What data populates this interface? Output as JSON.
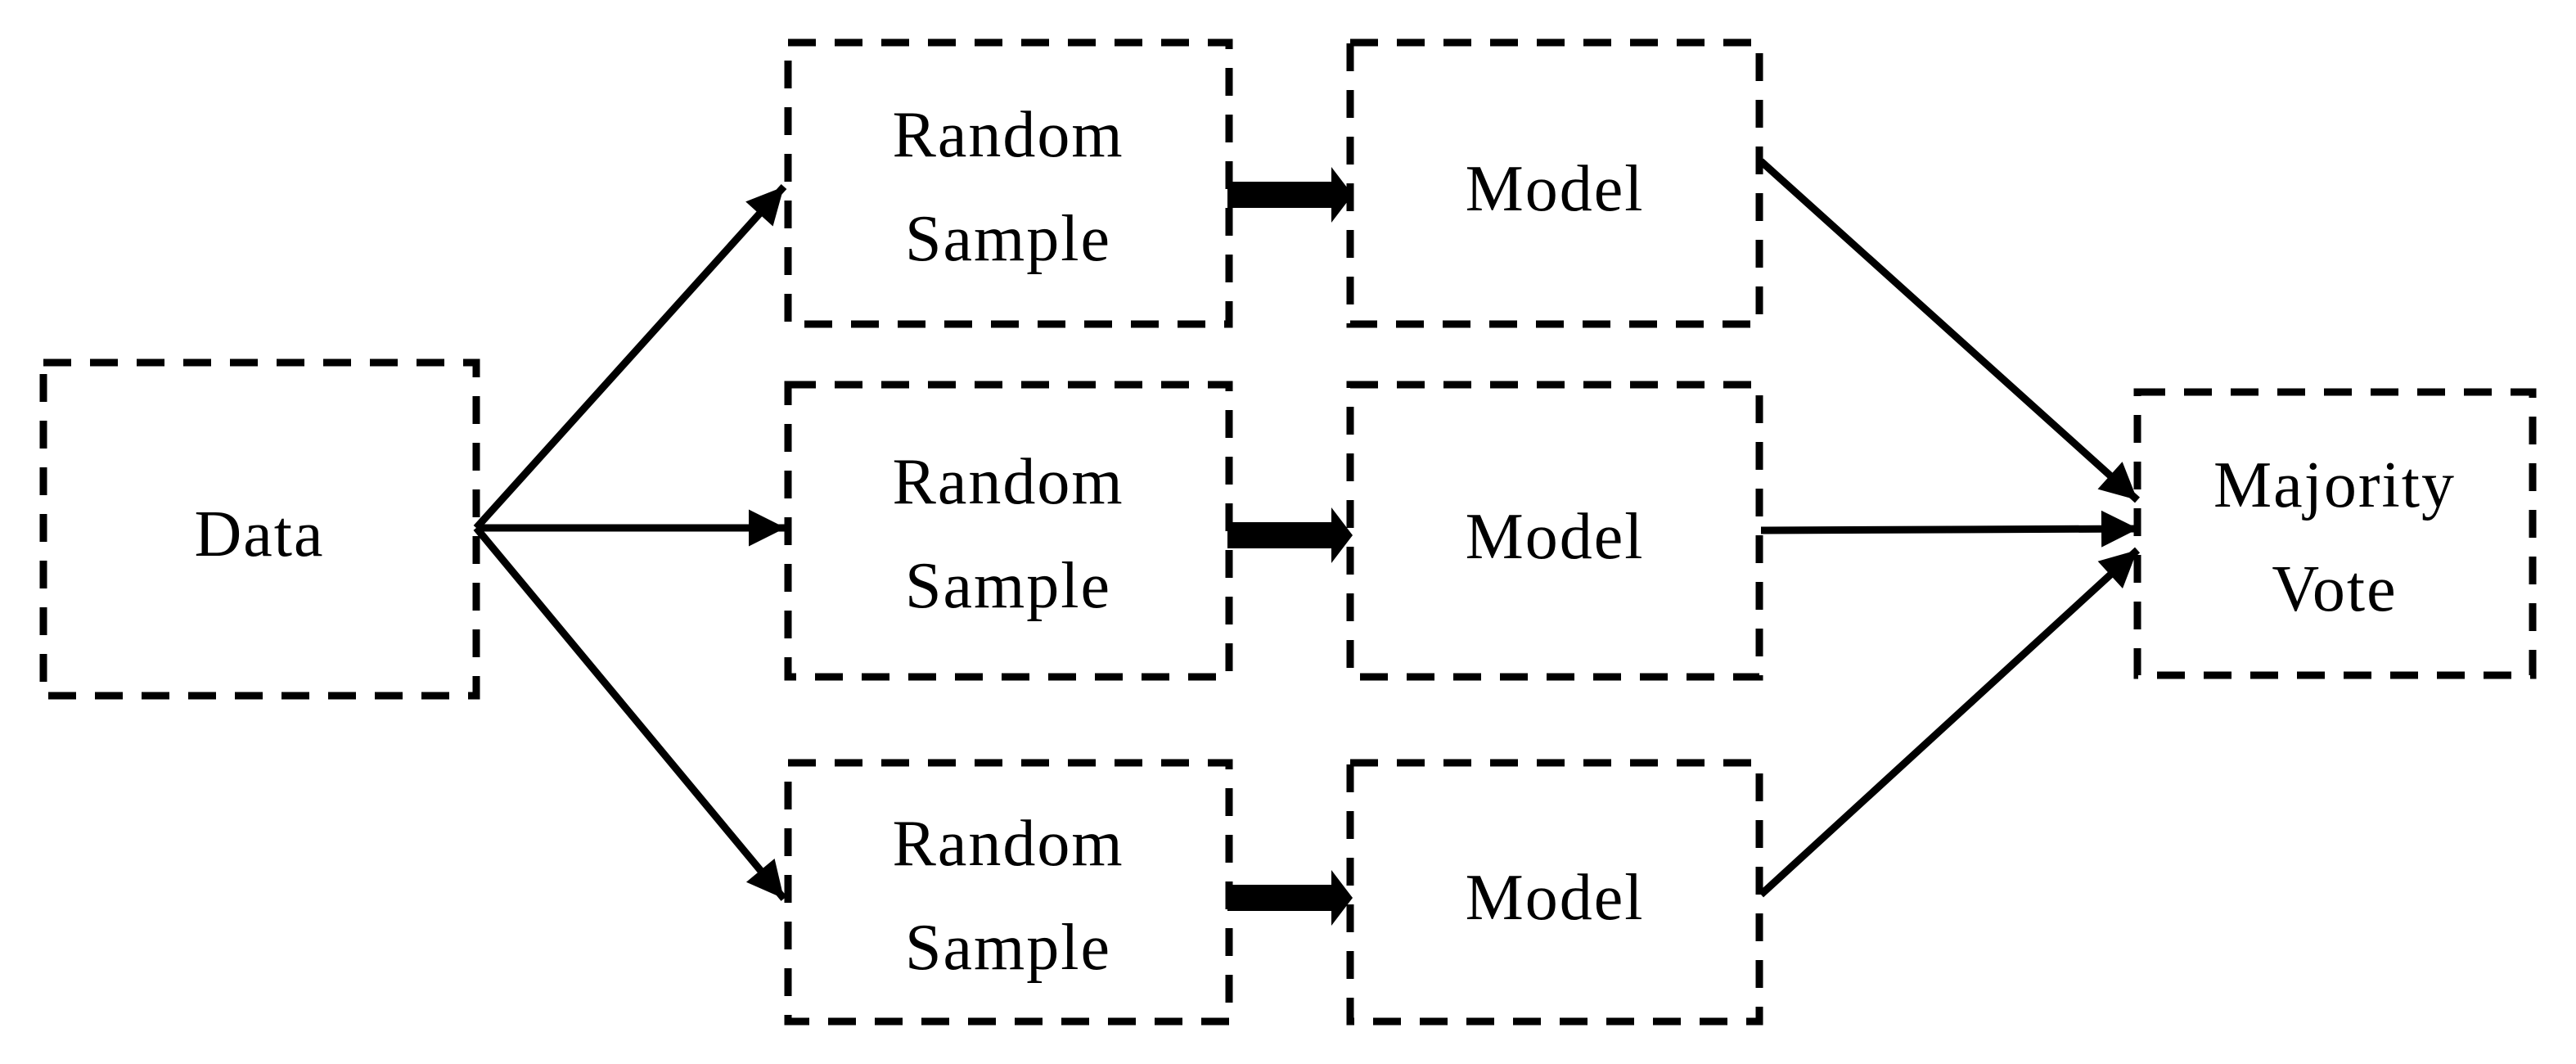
{
  "diagram": {
    "kind": "flow-diagram",
    "description": "Bagging ensemble workflow: a dataset is drawn into three random samples, each sample trains a model, and the three models' outputs are combined by majority vote",
    "colors": {
      "background": "#ffffff",
      "stroke": "#000000",
      "text": "#000000"
    },
    "box_style": "dashed",
    "nodes": {
      "data": {
        "label": "Data"
      },
      "random_sample_1": {
        "line1": "Random",
        "line2": "Sample"
      },
      "random_sample_2": {
        "line1": "Random",
        "line2": "Sample"
      },
      "random_sample_3": {
        "line1": "Random",
        "line2": "Sample"
      },
      "model_1": {
        "label": "Model"
      },
      "model_2": {
        "label": "Model"
      },
      "model_3": {
        "label": "Model"
      },
      "majority_vote": {
        "line1": "Majority",
        "line2": "Vote"
      }
    },
    "connections": [
      {
        "from": "data",
        "to": "random_sample_1",
        "style": "thin-arrow"
      },
      {
        "from": "data",
        "to": "random_sample_2",
        "style": "thin-arrow"
      },
      {
        "from": "data",
        "to": "random_sample_3",
        "style": "thin-arrow"
      },
      {
        "from": "random_sample_1",
        "to": "model_1",
        "style": "thick-block-arrow"
      },
      {
        "from": "random_sample_2",
        "to": "model_2",
        "style": "thick-block-arrow"
      },
      {
        "from": "random_sample_3",
        "to": "model_3",
        "style": "thick-block-arrow"
      },
      {
        "from": "model_1",
        "to": "majority_vote",
        "style": "thin-arrow"
      },
      {
        "from": "model_2",
        "to": "majority_vote",
        "style": "thin-arrow"
      },
      {
        "from": "model_3",
        "to": "majority_vote",
        "style": "thin-arrow"
      }
    ]
  }
}
